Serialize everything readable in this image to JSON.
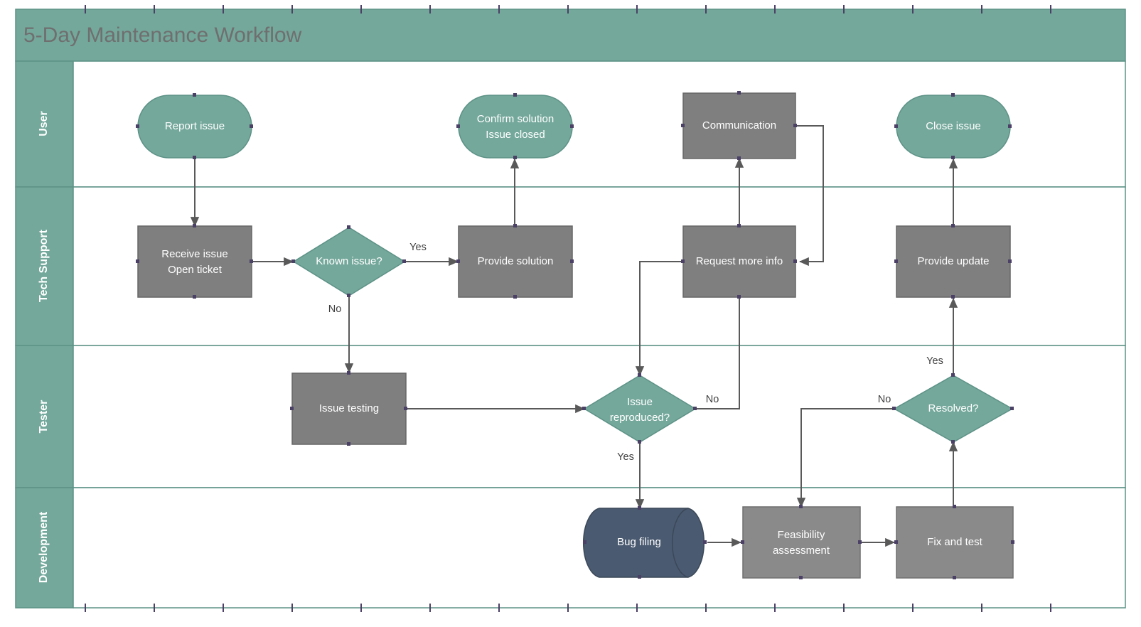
{
  "title": "5-Day Maintenance Workflow",
  "colors": {
    "teal": "#74a89b",
    "teal_border": "#5d9286",
    "gray": "#7f7f7f",
    "gray_border": "#666666",
    "gray_light": "#8a8a8a",
    "navy": "#4a5a70",
    "navy_border": "#3b4858",
    "connector": "#595959",
    "title_text": "#6f6f6f",
    "lane_text": "#ffffff",
    "shape_text": "#ffffff",
    "edge_text": "#3f3f3f",
    "handle": "#4b4066",
    "canvas": "#ffffff"
  },
  "lanes": [
    {
      "id": "user",
      "label": "User"
    },
    {
      "id": "tech-support",
      "label": "Tech Support"
    },
    {
      "id": "tester",
      "label": "Tester"
    },
    {
      "id": "development",
      "label": "Development"
    }
  ],
  "nodes": {
    "report_issue": {
      "label": "Report issue",
      "shape": "rounded",
      "fill": "teal",
      "lane": "user"
    },
    "confirm_solution": {
      "label_1": "Confirm solution",
      "label_2": "Issue closed",
      "shape": "rounded",
      "fill": "teal",
      "lane": "user"
    },
    "communication": {
      "label": "Communication",
      "shape": "rect",
      "fill": "gray",
      "lane": "user"
    },
    "close_issue": {
      "label": "Close issue",
      "shape": "rounded",
      "fill": "teal",
      "lane": "user"
    },
    "receive_issue": {
      "label_1": "Receive issue",
      "label_2": "Open ticket",
      "shape": "rect",
      "fill": "gray",
      "lane": "tech-support"
    },
    "known_issue": {
      "label": "Known issue?",
      "shape": "diamond",
      "fill": "teal",
      "lane": "tech-support"
    },
    "provide_solution": {
      "label": "Provide solution",
      "shape": "rect",
      "fill": "gray",
      "lane": "tech-support"
    },
    "request_more_info": {
      "label": "Request more info",
      "shape": "rect",
      "fill": "gray",
      "lane": "tech-support"
    },
    "provide_update": {
      "label": "Provide update",
      "shape": "rect",
      "fill": "gray",
      "lane": "tech-support"
    },
    "issue_testing": {
      "label": "Issue testing",
      "shape": "rect",
      "fill": "gray",
      "lane": "tester"
    },
    "issue_reproduced": {
      "label_1": "Issue",
      "label_2": "reproduced?",
      "shape": "diamond",
      "fill": "teal",
      "lane": "tester"
    },
    "resolved": {
      "label": "Resolved?",
      "shape": "diamond",
      "fill": "teal",
      "lane": "tester"
    },
    "bug_filing": {
      "label": "Bug filing",
      "shape": "cylinder",
      "fill": "navy",
      "lane": "development"
    },
    "feasibility": {
      "label_1": "Feasibility",
      "label_2": "assessment",
      "shape": "rect",
      "fill": "gray-light",
      "lane": "development"
    },
    "fix_and_test": {
      "label": "Fix and test",
      "shape": "rect",
      "fill": "gray-light",
      "lane": "development"
    }
  },
  "edge_labels": {
    "known_issue_yes": "Yes",
    "known_issue_no": "No",
    "issue_reproduced_yes": "Yes",
    "issue_reproduced_no": "No",
    "resolved_yes": "Yes",
    "resolved_no": "No"
  }
}
